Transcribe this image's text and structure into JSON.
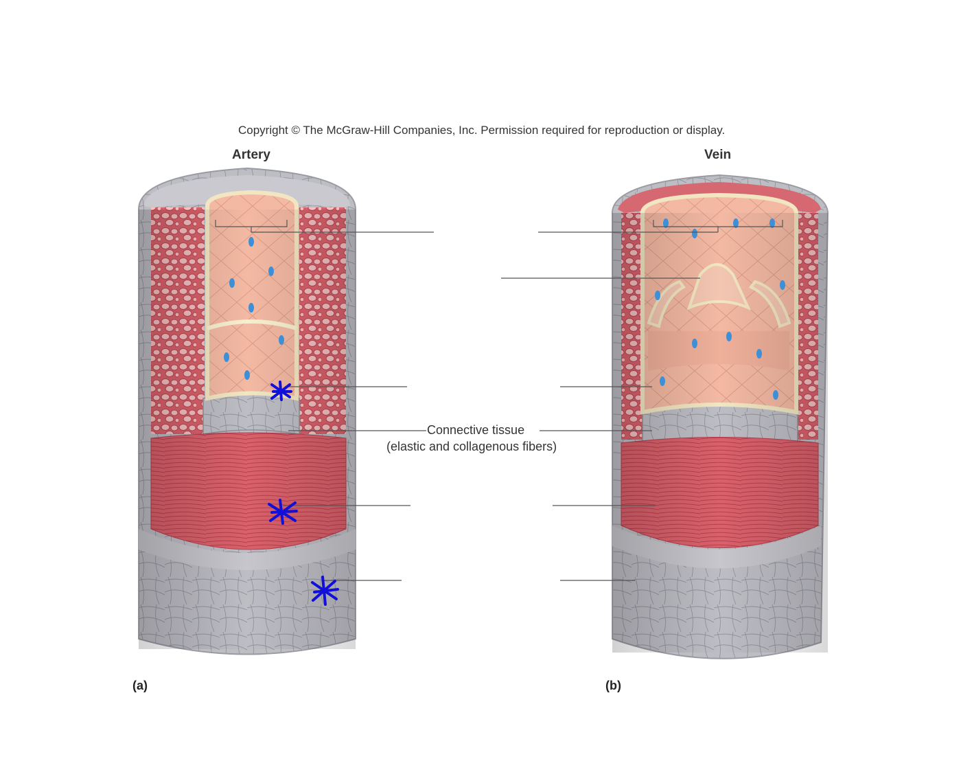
{
  "copyright": "Copyright © The McGraw-Hill Companies, Inc. Permission required for reproduction or display.",
  "artery": {
    "title": "Artery",
    "panel_tag": "(a)"
  },
  "vein": {
    "title": "Vein",
    "panel_tag": "(b)"
  },
  "shared_label": {
    "line1": "Connective tissue",
    "line2": "(elastic and collagenous fibers)"
  },
  "colors": {
    "muscle": "#d9616b",
    "muscle_dark": "#c94a57",
    "connective": "#b9b9c0",
    "connective_dark": "#8f8f98",
    "endothelium": "#f3b9a3",
    "nucleus": "#3d8fd8",
    "elastic_band": "#f7efcf",
    "annotation": "#1010d8",
    "leader_line": "#555555"
  }
}
